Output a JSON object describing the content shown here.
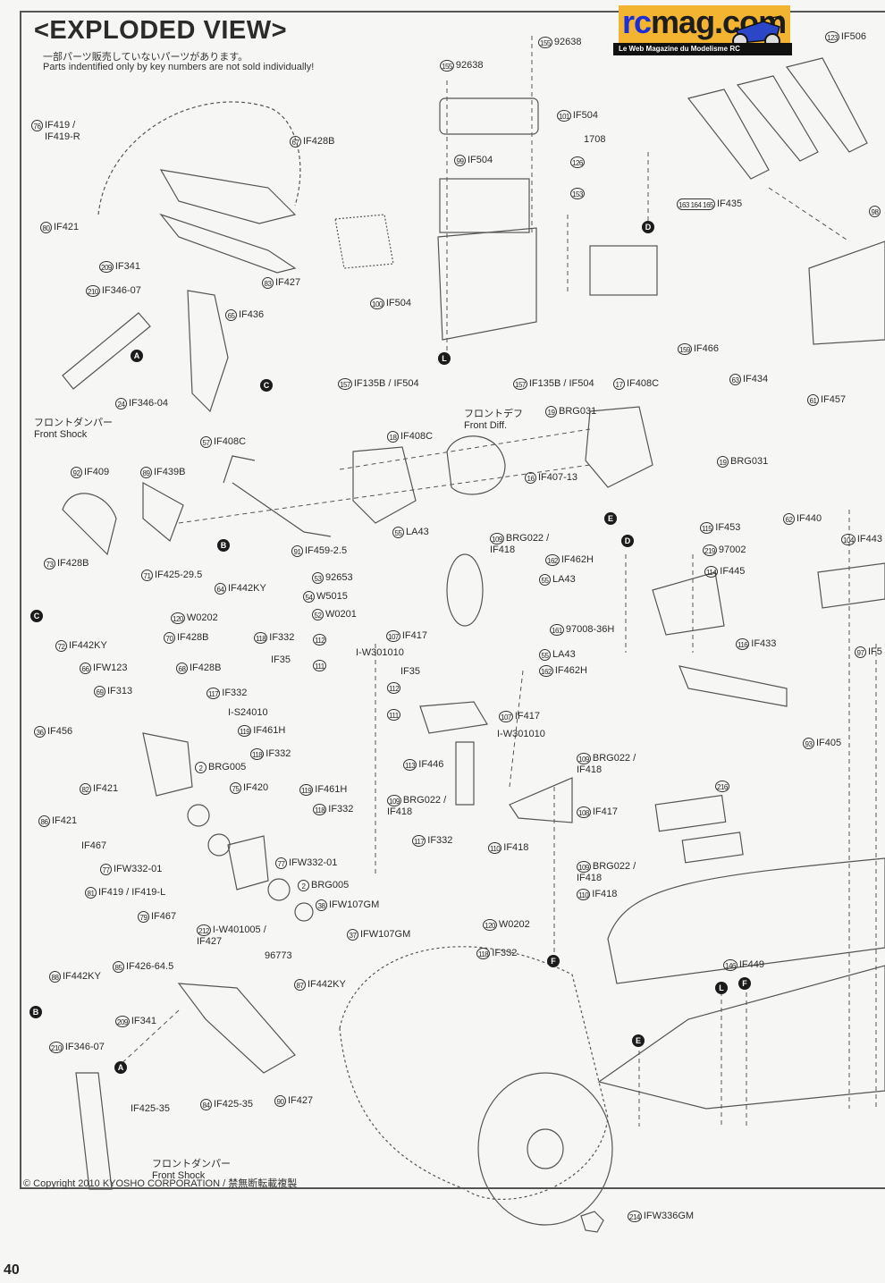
{
  "header": {
    "title": "<EXPLODED VIEW>",
    "subtitle_jp": "一部パーツ販売していないパーツがあります。",
    "subtitle_en": "Parts indentified only by key numbers are not sold individually!"
  },
  "logo": {
    "wordmark_rc": "rc",
    "wordmark_rest": "mag.com",
    "tagline": "Le Web Magazine du Modelisme RC",
    "colors": {
      "background": "#f2b431",
      "rc": "#1a2fd8",
      "text": "#1d1d1d",
      "tagline_bg": "#111111"
    }
  },
  "parts": [
    {
      "key": "76",
      "code": "IF419 / IF419-R"
    },
    {
      "key": "67",
      "code": "IF428B"
    },
    {
      "key": "80",
      "code": "IF421"
    },
    {
      "key": "209",
      "code": "IF341"
    },
    {
      "key": "83",
      "code": "IF427"
    },
    {
      "key": "210",
      "code": "IF346-07"
    },
    {
      "key": "65",
      "code": "IF436"
    },
    {
      "key": "24",
      "code": "IF346-04"
    },
    {
      "key": "155",
      "code": "92638"
    },
    {
      "key": "155",
      "code": "92638"
    },
    {
      "key": "101",
      "code": "IF504"
    },
    {
      "key": "99",
      "code": "IF504"
    },
    {
      "key": "126",
      "code": ""
    },
    {
      "key": "153",
      "code": ""
    },
    {
      "key": "163 164 165",
      "code": "IF435"
    },
    {
      "key": "123",
      "code": "IF506"
    },
    {
      "key": "98",
      "code": ""
    },
    {
      "key": "100",
      "code": "IF504"
    },
    {
      "key": "159",
      "code": "IF466"
    },
    {
      "key": "157",
      "code": "IF135B / IF504"
    },
    {
      "key": "157",
      "code": "IF135B / IF504"
    },
    {
      "key": "17",
      "code": "IF408C"
    },
    {
      "key": "63",
      "code": "IF434"
    },
    {
      "key": "61",
      "code": "IF457"
    },
    {
      "key": "19",
      "code": "BRG031"
    },
    {
      "key": "19",
      "code": "BRG031"
    },
    {
      "key": "16",
      "code": "IF407-13"
    },
    {
      "key": "18",
      "code": "IF408C"
    },
    {
      "key": "57",
      "code": "IF408C"
    },
    {
      "key": "62",
      "code": "IF440"
    },
    {
      "key": "92",
      "code": "IF409"
    },
    {
      "key": "89",
      "code": "IF439B"
    },
    {
      "key": "91",
      "code": "IF459-2.5"
    },
    {
      "key": "55",
      "code": "LA43"
    },
    {
      "key": "109",
      "code": "BRG022 / IF418"
    },
    {
      "key": "162",
      "code": "IF462H"
    },
    {
      "key": "115",
      "code": "IF453"
    },
    {
      "key": "219",
      "code": "97002"
    },
    {
      "key": "104",
      "code": "IF443"
    },
    {
      "key": "53",
      "code": "92653"
    },
    {
      "key": "73",
      "code": "IF428B"
    },
    {
      "key": "71",
      "code": "IF425-29.5"
    },
    {
      "key": "64",
      "code": "IF442KY"
    },
    {
      "key": "54",
      "code": "W5015"
    },
    {
      "key": "55",
      "code": "LA43"
    },
    {
      "key": "114",
      "code": "IF445"
    },
    {
      "key": "52",
      "code": "W0201"
    },
    {
      "key": "120",
      "code": "W0202"
    },
    {
      "key": "118",
      "code": "IF332"
    },
    {
      "key": "70",
      "code": "IF428B"
    },
    {
      "key": "72",
      "code": "IF442KY"
    },
    {
      "key": "112",
      "code": ""
    },
    {
      "key": "111",
      "code": ""
    },
    {
      "key": "107",
      "code": "IF417"
    },
    {
      "key": "161",
      "code": "97008-36H"
    },
    {
      "key": "55",
      "code": "LA43"
    },
    {
      "key": "162",
      "code": "IF462H"
    },
    {
      "key": "116",
      "code": "IF433"
    },
    {
      "key": "97",
      "code": "IF5"
    },
    {
      "key": "66",
      "code": "IFW123"
    },
    {
      "key": "68",
      "code": "IF428B"
    },
    {
      "key": "112",
      "code": ""
    },
    {
      "key": "111",
      "code": ""
    },
    {
      "key": "69",
      "code": "IF313"
    },
    {
      "key": "117",
      "code": "IF332"
    },
    {
      "key": "107",
      "code": "IF417"
    },
    {
      "key": "119",
      "code": "IF461H"
    },
    {
      "key": "36",
      "code": "IF456"
    },
    {
      "key": "118",
      "code": "IF332"
    },
    {
      "key": "113",
      "code": "IF446"
    },
    {
      "key": "93",
      "code": "IF405"
    },
    {
      "key": "2",
      "code": "BRG005"
    },
    {
      "key": "82",
      "code": "IF421"
    },
    {
      "key": "75",
      "code": "IF420"
    },
    {
      "key": "119",
      "code": "IF461H"
    },
    {
      "key": "109",
      "code": "BRG022 / IF418"
    },
    {
      "key": "109",
      "code": "BRG022 / IF418"
    },
    {
      "key": "118",
      "code": "IF332"
    },
    {
      "key": "108",
      "code": "IF417"
    },
    {
      "key": "86",
      "code": "IF421"
    },
    {
      "key": "216",
      "code": ""
    },
    {
      "key": "117",
      "code": "IF332"
    },
    {
      "key": "110",
      "code": "IF418"
    },
    {
      "key": "77",
      "code": "IFW332-01"
    },
    {
      "key": "77",
      "code": "IFW332-01"
    },
    {
      "key": "109",
      "code": "BRG022 / IF418"
    },
    {
      "key": "81",
      "code": "IF419 / IF419-L"
    },
    {
      "key": "2",
      "code": "BRG005"
    },
    {
      "key": "110",
      "code": "IF418"
    },
    {
      "key": "38",
      "code": "IFW107GM"
    },
    {
      "key": "79",
      "code": "IF467"
    },
    {
      "key": "120",
      "code": "W0202"
    },
    {
      "key": "212",
      "code": "I-W401005 / IF427"
    },
    {
      "key": "37",
      "code": "IFW107GM"
    },
    {
      "key": "118",
      "code": "IF332"
    },
    {
      "key": "88",
      "code": "IF442KY"
    },
    {
      "key": "85",
      "code": "IF426-64.5"
    },
    {
      "key": "87",
      "code": "IF442KY"
    },
    {
      "key": "146",
      "code": "IF449"
    },
    {
      "key": "209",
      "code": "IF341"
    },
    {
      "key": "210",
      "code": "IF346-07"
    },
    {
      "key": "84",
      "code": "IF425-35"
    },
    {
      "key": "90",
      "code": "IF427"
    },
    {
      "key": "214",
      "code": "IFW336GM"
    }
  ],
  "plain_labels": {
    "num_1708": "1708",
    "if35_a": "IF35",
    "if35_b": "IF35",
    "iw301010_a": "I-W301010",
    "iw301010_b": "I-W301010",
    "is24010": "I-S24010",
    "if467": "IF467",
    "n96773": "96773",
    "if425_35": "IF425-35"
  },
  "notes": {
    "front_shock_top_jp": "フロントダンパー",
    "front_shock_top_en": "Front Shock",
    "front_diff_jp": "フロントデフ",
    "front_diff_en": "Front Diff.",
    "front_shock_bottom_jp": "フロントダンパー",
    "front_shock_bottom_en": "Front Shock"
  },
  "markers": [
    "A",
    "C",
    "B",
    "C",
    "A",
    "B",
    "L",
    "D",
    "E",
    "D",
    "F",
    "L",
    "F",
    "E"
  ],
  "footer": {
    "copyright": "© Copyright 2010 KYOSHO CORPORATION / 禁無断転載複製",
    "page_number": "40"
  }
}
